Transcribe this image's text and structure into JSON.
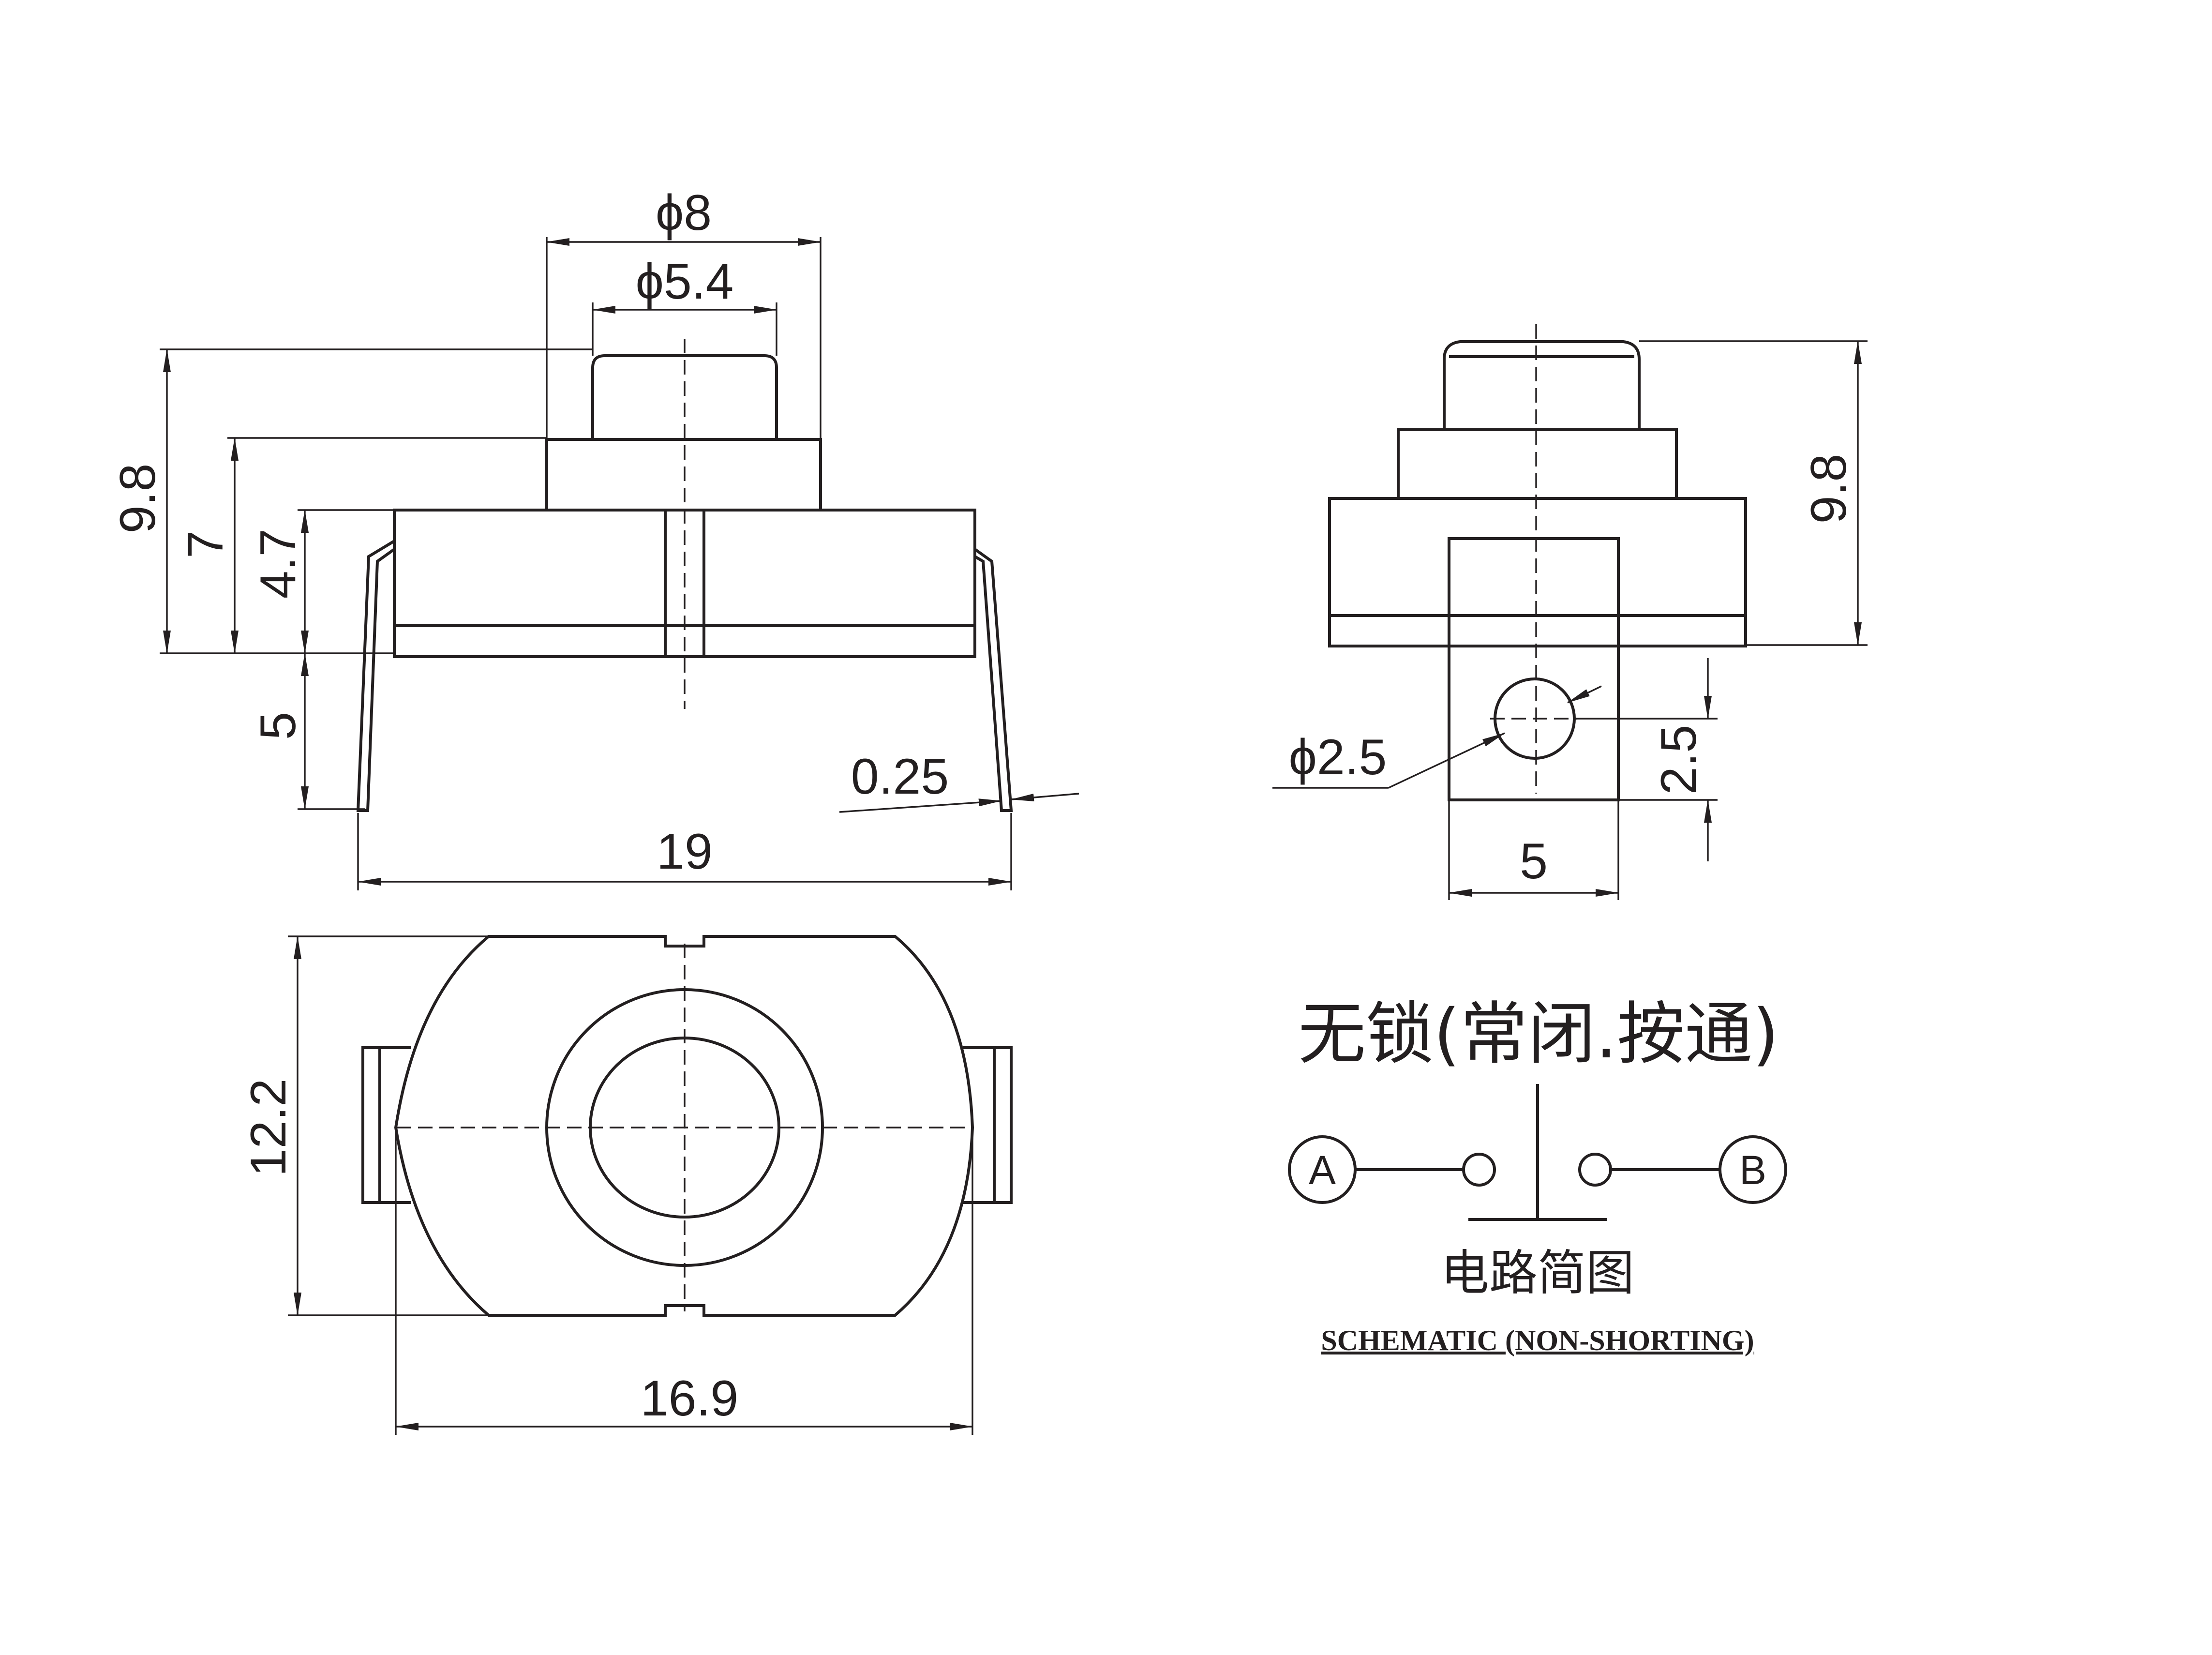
{
  "front_view": {
    "dim_outer_diameter": "ϕ8",
    "dim_plunger_diameter": "ϕ5.4",
    "dim_total_height": "9.8",
    "dim_collar_height": "7",
    "dim_body_height": "4.7",
    "dim_pin_length": "5",
    "dim_pin_thickness": "0.25",
    "dim_pin_span": "19"
  },
  "side_view": {
    "dim_total_height": "9.8",
    "dim_hole_diameter": "ϕ2.5",
    "dim_hole_height": "2.5",
    "dim_tab_width": "5"
  },
  "top_view": {
    "dim_height": "12.2",
    "dim_width": "16.9"
  },
  "schematic": {
    "title_cn": "无锁(常闭.按通)",
    "terminal_a": "A",
    "terminal_b": "B",
    "label_cn": "电路简图",
    "label_en": "SCHEMATIC (NON-SHORTING)"
  }
}
